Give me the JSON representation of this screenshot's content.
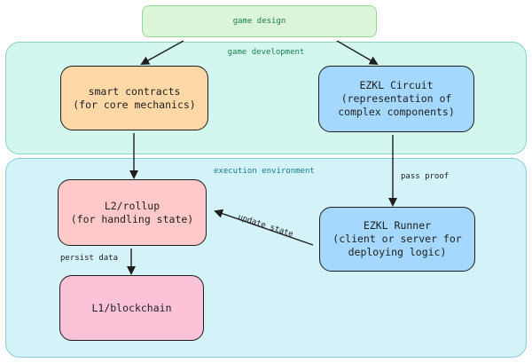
{
  "diagram": {
    "regions": {
      "game_development": "game development",
      "execution_environment": "execution environment"
    },
    "nodes": {
      "game_design": "game design",
      "smart_contracts": "smart contracts\n(for core mechanics)",
      "ezkl_circuit": "EZKL Circuit\n(representation of\ncomplex components)",
      "l2_rollup": "L2/rollup\n(for handling state)",
      "ezkl_runner": "EZKL Runner\n(client or server for\ndeploying logic)",
      "l1_blockchain": "L1/blockchain"
    },
    "edges": [
      {
        "from": "game_design",
        "to": "smart_contracts",
        "label": ""
      },
      {
        "from": "game_design",
        "to": "ezkl_circuit",
        "label": ""
      },
      {
        "from": "smart_contracts",
        "to": "l2_rollup",
        "label": ""
      },
      {
        "from": "ezkl_circuit",
        "to": "ezkl_runner",
        "label": "pass proof"
      },
      {
        "from": "ezkl_runner",
        "to": "l2_rollup",
        "label": "update state"
      },
      {
        "from": "l2_rollup",
        "to": "l1_blockchain",
        "label": "persist data"
      }
    ],
    "colors": {
      "game_design_fill": "#dbf5d8",
      "smart_contracts_fill": "#ffd8a8",
      "ezkl_fill": "#a5d8ff",
      "l2_fill": "#ffc9c9",
      "l1_fill": "#fcc2d7",
      "dev_region_fill": "#d3f7ee",
      "exec_region_fill": "#d4f3f8"
    }
  }
}
